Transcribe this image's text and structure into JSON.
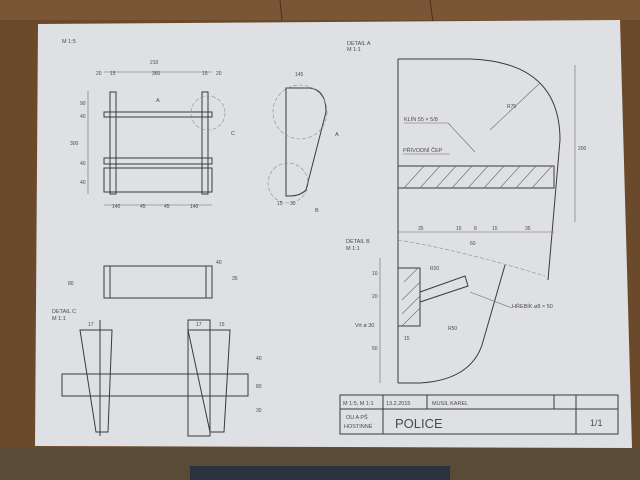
{
  "colors": {
    "table": "#6b4a2c",
    "paper": "#dfe0e3",
    "ink": "#3a3a40"
  },
  "front_view": {
    "scale": "M 1:5",
    "dims_top": [
      "210",
      "20",
      "15",
      "360",
      "15",
      "20"
    ],
    "dims_left": [
      "300",
      "90",
      "40",
      "40",
      "40"
    ],
    "dims_bottom": [
      "140",
      "45",
      "45",
      "140"
    ],
    "section_mark": "A",
    "detail_mark": "C"
  },
  "side_view": {
    "dim_top": "145",
    "detail_a": "A",
    "detail_b": "B",
    "dims_bottom": [
      "15",
      "30"
    ]
  },
  "top_view": {
    "dims": [
      "40",
      "80",
      "35"
    ]
  },
  "detail_c": {
    "title": "DETAIL C",
    "scale": "M 1:1",
    "dims": [
      "17",
      "17",
      "15",
      "40",
      "80",
      "30"
    ]
  },
  "detail_a": {
    "title": "DETAIL A",
    "scale": "M 1:1",
    "label_screw": "KLÍN 55 × 5/8",
    "label_glue": "PŘÍVODNÍ ČEP",
    "radius": "R75",
    "height": "200",
    "dims_bottom": [
      "35",
      "15",
      "8",
      "15",
      "35"
    ],
    "dim_60": "60"
  },
  "detail_b": {
    "title": "DETAIL B",
    "scale": "M 1:1",
    "label_nail": "HŘEBÍK ø8 × 50",
    "label_bore": "Vrt ø 30",
    "radius_1": "R20",
    "radius_2": "R50",
    "dims_left": [
      "10",
      "20",
      "50"
    ],
    "dim_15": "15"
  },
  "title_block": {
    "scale": "M 1:5, M 1:1",
    "date": "13.2.2015",
    "author": "MUSIL KAREL",
    "school": "OU A PŠ",
    "subject": "HOSTINNÉ",
    "title": "POLICE",
    "sheet": "1/1"
  }
}
